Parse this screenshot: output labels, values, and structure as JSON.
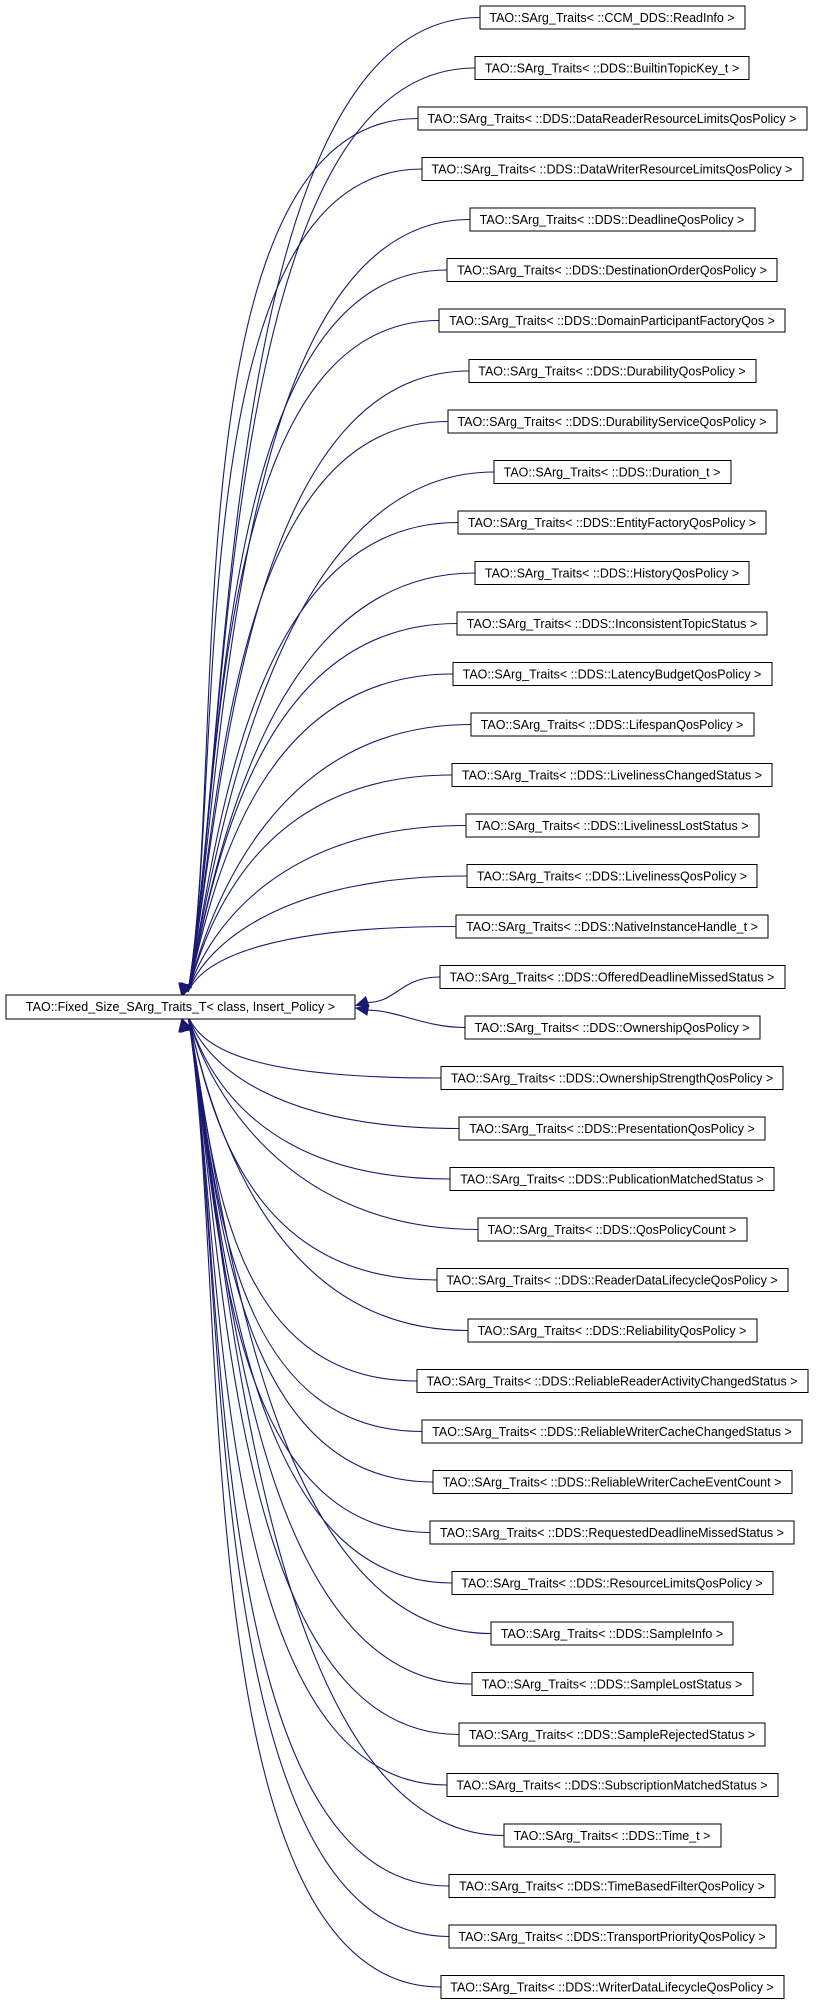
{
  "diagram": {
    "base": {
      "label": "TAO::Fixed_Size_SArg_Traits_T< class, Insert_Policy >"
    },
    "edge_color": "#191970",
    "derived": [
      "TAO::SArg_Traits< ::CCM_DDS::ReadInfo >",
      "TAO::SArg_Traits< ::DDS::BuiltinTopicKey_t >",
      "TAO::SArg_Traits< ::DDS::DataReaderResourceLimitsQosPolicy >",
      "TAO::SArg_Traits< ::DDS::DataWriterResourceLimitsQosPolicy >",
      "TAO::SArg_Traits< ::DDS::DeadlineQosPolicy >",
      "TAO::SArg_Traits< ::DDS::DestinationOrderQosPolicy >",
      "TAO::SArg_Traits< ::DDS::DomainParticipantFactoryQos >",
      "TAO::SArg_Traits< ::DDS::DurabilityQosPolicy >",
      "TAO::SArg_Traits< ::DDS::DurabilityServiceQosPolicy >",
      "TAO::SArg_Traits< ::DDS::Duration_t >",
      "TAO::SArg_Traits< ::DDS::EntityFactoryQosPolicy >",
      "TAO::SArg_Traits< ::DDS::HistoryQosPolicy >",
      "TAO::SArg_Traits< ::DDS::InconsistentTopicStatus >",
      "TAO::SArg_Traits< ::DDS::LatencyBudgetQosPolicy >",
      "TAO::SArg_Traits< ::DDS::LifespanQosPolicy >",
      "TAO::SArg_Traits< ::DDS::LivelinessChangedStatus >",
      "TAO::SArg_Traits< ::DDS::LivelinessLostStatus >",
      "TAO::SArg_Traits< ::DDS::LivelinessQosPolicy >",
      "TAO::SArg_Traits< ::DDS::NativeInstanceHandle_t >",
      "TAO::SArg_Traits< ::DDS::OfferedDeadlineMissedStatus >",
      "TAO::SArg_Traits< ::DDS::OwnershipQosPolicy >",
      "TAO::SArg_Traits< ::DDS::OwnershipStrengthQosPolicy >",
      "TAO::SArg_Traits< ::DDS::PresentationQosPolicy >",
      "TAO::SArg_Traits< ::DDS::PublicationMatchedStatus >",
      "TAO::SArg_Traits< ::DDS::QosPolicyCount >",
      "TAO::SArg_Traits< ::DDS::ReaderDataLifecycleQosPolicy >",
      "TAO::SArg_Traits< ::DDS::ReliabilityQosPolicy >",
      "TAO::SArg_Traits< ::DDS::ReliableReaderActivityChangedStatus >",
      "TAO::SArg_Traits< ::DDS::ReliableWriterCacheChangedStatus >",
      "TAO::SArg_Traits< ::DDS::ReliableWriterCacheEventCount >",
      "TAO::SArg_Traits< ::DDS::RequestedDeadlineMissedStatus >",
      "TAO::SArg_Traits< ::DDS::ResourceLimitsQosPolicy >",
      "TAO::SArg_Traits< ::DDS::SampleInfo >",
      "TAO::SArg_Traits< ::DDS::SampleLostStatus >",
      "TAO::SArg_Traits< ::DDS::SampleRejectedStatus >",
      "TAO::SArg_Traits< ::DDS::SubscriptionMatchedStatus >",
      "TAO::SArg_Traits< ::DDS::Time_t >",
      "TAO::SArg_Traits< ::DDS::TimeBasedFilterQosPolicy >",
      "TAO::SArg_Traits< ::DDS::TransportPriorityQosPolicy >",
      "TAO::SArg_Traits< ::DDS::WriterDataLifecycleQosPolicy >"
    ]
  }
}
